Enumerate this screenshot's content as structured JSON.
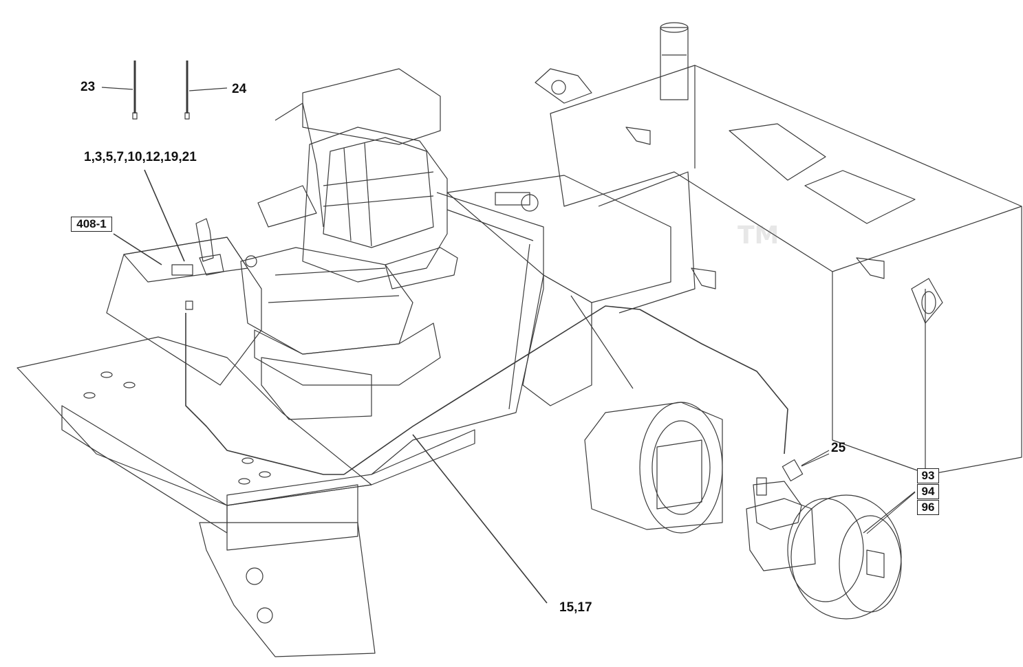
{
  "callouts": {
    "c23": "23",
    "c24": "24",
    "c_multi": "1,3,5,7,10,12,19,21",
    "c408": "408-1",
    "c25": "25",
    "c93": "93",
    "c94": "94",
    "c96": "96",
    "c1517": "15,17"
  },
  "watermark": {
    "tm": "TM"
  }
}
